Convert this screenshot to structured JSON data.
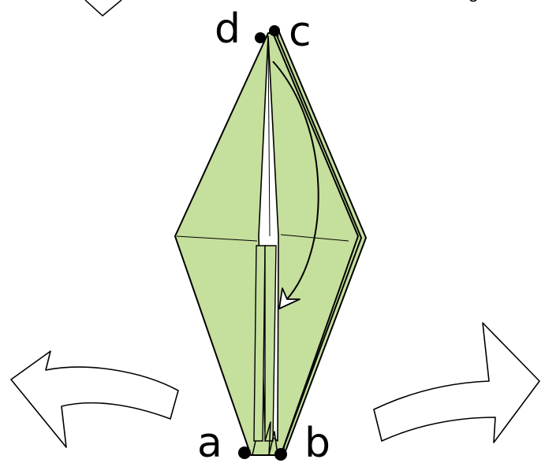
{
  "labels": {
    "a": "a",
    "b": "b",
    "c": "c",
    "d": "d"
  },
  "colors": {
    "paper": "#c5df9c",
    "outline": "#000000",
    "background": "#ffffff",
    "point": "#000000"
  },
  "icons": {
    "left_arrow": "curved-arrow-left-icon",
    "right_arrow": "curved-arrow-right-icon",
    "fold_arrow": "fold-arrow-icon"
  }
}
